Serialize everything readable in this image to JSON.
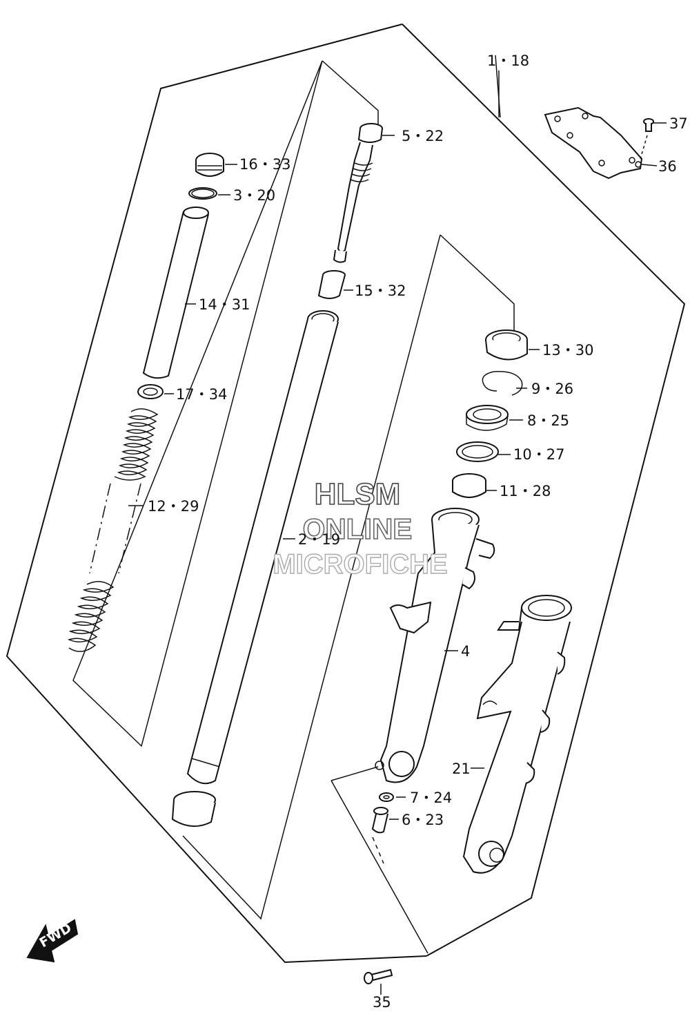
{
  "labels": {
    "l_1_18": "1・18",
    "l_5_22": "5・22",
    "l_37": "37",
    "l_16_33": "16・33",
    "l_36": "36",
    "l_3_20": "3・20",
    "l_14_31": "14・31",
    "l_15_32": "15・32",
    "l_13_30": "13・30",
    "l_9_26": "9・26",
    "l_17_34": "17・34",
    "l_8_25": "8・25",
    "l_10_27": "10・27",
    "l_11_28": "11・28",
    "l_12_29": "12・29",
    "l_2_19": "2・19",
    "l_4": "4",
    "l_21": "21",
    "l_7_24": "7・24",
    "l_6_23": "6・23",
    "l_35": "35"
  },
  "watermark": {
    "line1": "HLSM",
    "line2": "ONLINE",
    "line3": "MICROFICHE"
  },
  "fwd_badge": "FWD"
}
